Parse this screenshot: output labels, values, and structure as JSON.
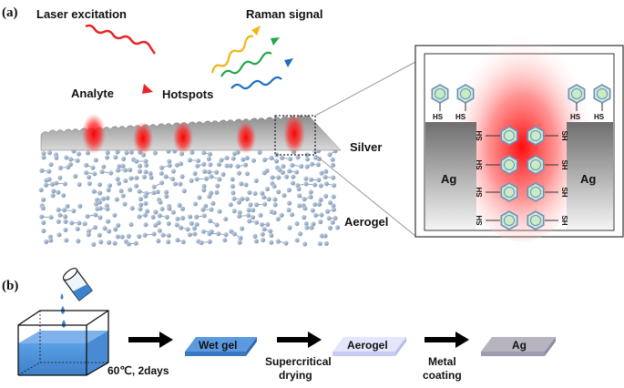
{
  "panel_a": {
    "label": "(a)",
    "laser_label": "Laser excitation",
    "raman_label": "Raman signal",
    "analyte_label": "Analyte",
    "hotspots_label": "Hotspots",
    "silver_label": "Silver",
    "aerogel_label": "Aerogel",
    "inset": {
      "left_metal": "Ag",
      "right_metal": "Ag",
      "top_hs_1": "HS",
      "top_hs_2": "HS",
      "top_hs_3": "HS",
      "top_hs_4": "HS",
      "left_sh": [
        "SH",
        "SH",
        "SH",
        "SH"
      ],
      "right_sh": [
        "SH",
        "SH",
        "SH",
        "SH"
      ]
    }
  },
  "panel_b": {
    "label": "(b)",
    "step1_condition": "60℃, 2days",
    "wet_gel_label": "Wet gel",
    "step2_line1": "Supercritical",
    "step2_line2": "drying",
    "aerogel_label": "Aerogel",
    "step3_line1": "Metal",
    "step3_line2": "coating",
    "ag_label": "Ag"
  },
  "colors": {
    "laser": "#e8262a",
    "raman_yellow": "#f2b417",
    "raman_green": "#23a64a",
    "raman_blue": "#1f6fc0",
    "hotspot": "#ff1a1a",
    "aerogel_bead": "#8fa7c2",
    "silver": "#a9a9a9",
    "wet_gel": "#4a8fd6",
    "aerogel_slab": "#dfe3fb",
    "ag_slab": "#b4b2bd",
    "benzene_fill": "#c9ecc6",
    "benzene_stroke": "#6f8fc4"
  }
}
